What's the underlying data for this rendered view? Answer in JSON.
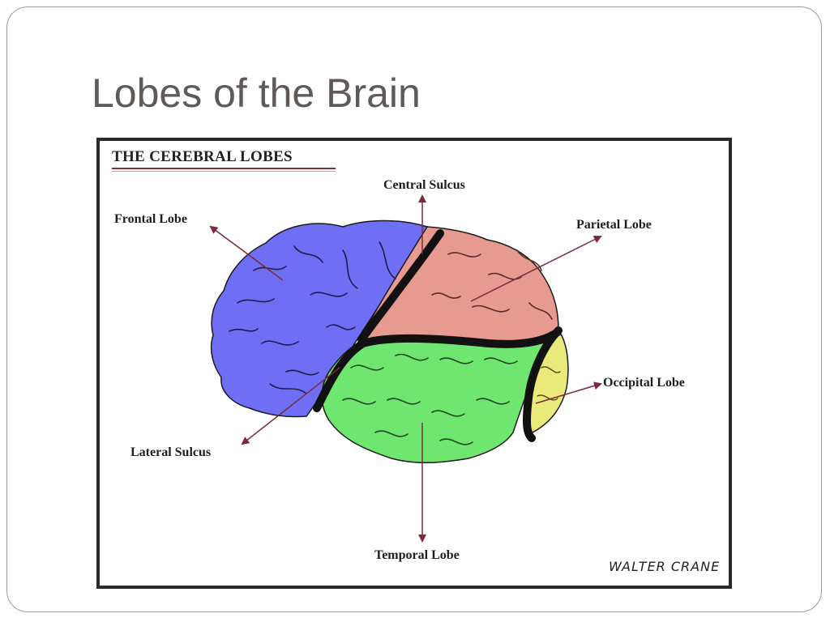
{
  "slide": {
    "title": "Lobes of the Brain"
  },
  "diagram": {
    "title": "THE CEREBRAL LOBES",
    "signature": "WALTER CRANE",
    "labels": {
      "frontal": "Frontal Lobe",
      "central_sulcus": "Central Sulcus",
      "parietal": "Parietal Lobe",
      "occipital": "Occipital Lobe",
      "lateral_sulcus": "Lateral Sulcus",
      "temporal": "Temporal Lobe"
    },
    "colors": {
      "frontal": "#6f6ff5",
      "parietal": "#e79a8f",
      "temporal": "#6fe66f",
      "occipital": "#eaea7a",
      "arrow": "#7a2a3a",
      "sulcus": "#111111"
    }
  }
}
